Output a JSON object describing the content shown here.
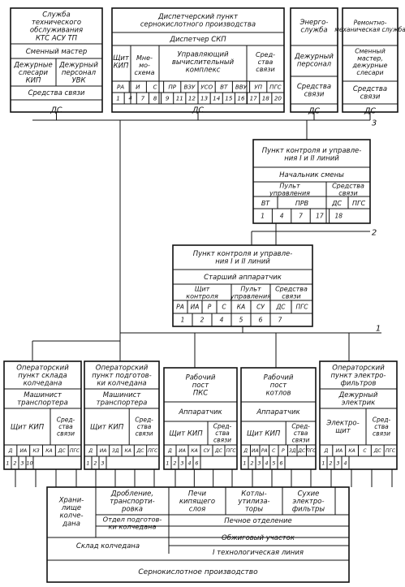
{
  "service_asu": {
    "title": [
      "Служба",
      "технического",
      "обслуживания",
      "КТС АСУ ТП"
    ],
    "shift_master": "Сменный мастер",
    "left_cell": [
      "Дежурные",
      "слесари",
      "КИП"
    ],
    "right_cell": [
      "Дежурный",
      "персонал",
      "УВК"
    ],
    "comm": "Средства связи",
    "bottom": "ДС"
  },
  "dispatch": {
    "title": [
      "Диспетчерский пункт",
      "сернокислотного производства"
    ],
    "dispatcher": "Диспетчер СКП",
    "kip": [
      "Щит",
      "КИП"
    ],
    "mnemo": [
      "Мне-",
      "мо-",
      "схема"
    ],
    "complex": [
      "Управляющий",
      "вычислительный",
      "комплекс"
    ],
    "comm": [
      "Сред-",
      "ства",
      "связи"
    ],
    "codes": [
      "РА",
      "И",
      "С",
      "ПР",
      "ВЗУ",
      "УСО",
      "ВТ",
      "ВВУ",
      "УП",
      "ПГС",
      "ДС"
    ],
    "numbers": [
      "1",
      "4",
      "7",
      "8",
      "9",
      "11",
      "12",
      "13",
      "14",
      "15",
      "16",
      "17",
      "18",
      "20"
    ]
  },
  "energy": {
    "title": [
      "Энерго-",
      "служба"
    ],
    "duty": [
      "Дежурный",
      "персонал"
    ],
    "comm": [
      "Средства",
      "связи"
    ],
    "bottom": "ДС"
  },
  "repair": {
    "title": [
      "Ремонтно-",
      "механическая служба"
    ],
    "duty": [
      "Сменный",
      "мастер,",
      "дежурные",
      "слесари"
    ],
    "comm": [
      "Средства",
      "связи"
    ],
    "bottom": "ДС"
  },
  "point2": {
    "title": [
      "Пункт контроля и управле-",
      "ния I и II линий"
    ],
    "chief": "Начальник смены",
    "panel": [
      "Пульт",
      "управления"
    ],
    "comm": [
      "Средства",
      "связи"
    ],
    "codes": [
      "ВТ",
      "ПРВ",
      "ДС",
      "ПГС"
    ],
    "numbers": [
      "1",
      "4",
      "7",
      "17",
      "18"
    ]
  },
  "point1": {
    "title": [
      "Пункт контроля и управле-",
      "ния I и II линий"
    ],
    "senior": "Старший аппаратчик",
    "control": [
      "Щит",
      "контроля"
    ],
    "panel": [
      "Пульт",
      "управления"
    ],
    "comm": [
      "Средства",
      "связи"
    ],
    "codes": [
      "РА",
      "ИА",
      "Р",
      "С",
      "КА",
      "СУ",
      "ДС",
      "ПГС"
    ],
    "numbers": [
      "1",
      "2",
      "4",
      "5",
      "6",
      "7"
    ]
  },
  "bus_labels": [
    "1",
    "2",
    "3"
  ],
  "operators": [
    {
      "title": [
        "Операторский",
        "пункт склада",
        "колчедана"
      ],
      "role": [
        "Машинист",
        "транспортера"
      ],
      "kip": "Щит КИП",
      "comm": [
        "Сред-",
        "ства",
        "связи"
      ],
      "codes": [
        "Д",
        "ИА",
        "КЗ",
        "КА",
        "ДС",
        "ПГС"
      ],
      "numbers": [
        "1",
        "2",
        "3",
        "10"
      ]
    },
    {
      "title": [
        "Операторский",
        "пункт подготов-",
        "ки колчедана"
      ],
      "role": [
        "Машинист",
        "транспортера"
      ],
      "kip": "Щит КИП",
      "comm": [
        "Сред-",
        "ства",
        "связи"
      ],
      "codes": [
        "Д",
        "ИА",
        "ЗД",
        "КА",
        "ДС",
        "ПГС"
      ],
      "numbers": [
        "1",
        "2",
        "3"
      ]
    },
    {
      "title": [
        "Рабочий",
        "пост",
        "ПКС"
      ],
      "role": [
        "Аппаратчик"
      ],
      "kip": "Щит КИП",
      "comm": [
        "Сред-",
        "ства",
        "связи"
      ],
      "codes": [
        "Д",
        "ИА",
        "КА",
        "СУ",
        "ДС",
        "ПГС"
      ],
      "numbers": [
        "1",
        "2",
        "3",
        "4",
        "6"
      ]
    },
    {
      "title": [
        "Рабочий",
        "пост",
        "котлов"
      ],
      "role": [
        "Аппаратчик"
      ],
      "kip": "Щит КИП",
      "comm": [
        "Сред-",
        "ства",
        "связи"
      ],
      "codes": [
        "Д",
        "ИА",
        "РА",
        "С",
        "Р",
        "ЗД",
        "ДС",
        "ПГС"
      ],
      "numbers": [
        "1",
        "2",
        "3",
        "4",
        "5",
        "6"
      ]
    },
    {
      "title": [
        "Операторский",
        "пункт электро-",
        "фильтров"
      ],
      "role": [
        "Дежурный",
        "электрик"
      ],
      "kip": [
        "Электро-",
        "щит"
      ],
      "comm": [
        "Сред-",
        "ства",
        "связи"
      ],
      "codes": [
        "Д",
        "ИА",
        "КА",
        "С",
        "ДС",
        "ПГС"
      ],
      "numbers": [
        "1",
        "2",
        "3",
        "4"
      ]
    }
  ],
  "plant": {
    "storage": [
      "Храни-",
      "лище",
      "колче-",
      "дана"
    ],
    "crushing": [
      "Дробление,",
      "транспорти-",
      "ровка"
    ],
    "furnaces": [
      "Печи",
      "кипящего",
      "слоя"
    ],
    "boilers": [
      "Котлы-",
      "утилиза-",
      "торы"
    ],
    "filters": [
      "Сухие",
      "электро-",
      "фильтры"
    ],
    "prep": [
      "Отдел подготов-",
      "ки колчедана"
    ],
    "furnace_dept": "Печное отделение",
    "warehouse": "Склад колчедана",
    "roasting": "Обжиговый участок",
    "line": "I технологическая линия",
    "production": "Сернокислотное производство"
  }
}
